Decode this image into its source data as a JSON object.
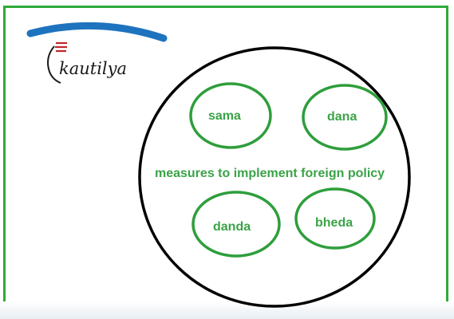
{
  "logo": {
    "text": "kautilya",
    "arc_color": "#1e73be",
    "accent_color": "#c0282c"
  },
  "colors": {
    "frame": "#2faa3a",
    "node_stroke": "#2e9e3c",
    "label": "#3aa347",
    "outer_circle": "#000000"
  },
  "diagram": {
    "center_label": "measures to implement foreign policy",
    "nodes": [
      {
        "id": "sama",
        "label": "sama"
      },
      {
        "id": "dana",
        "label": "dana"
      },
      {
        "id": "danda",
        "label": "danda"
      },
      {
        "id": "bheda",
        "label": "bheda"
      }
    ]
  }
}
